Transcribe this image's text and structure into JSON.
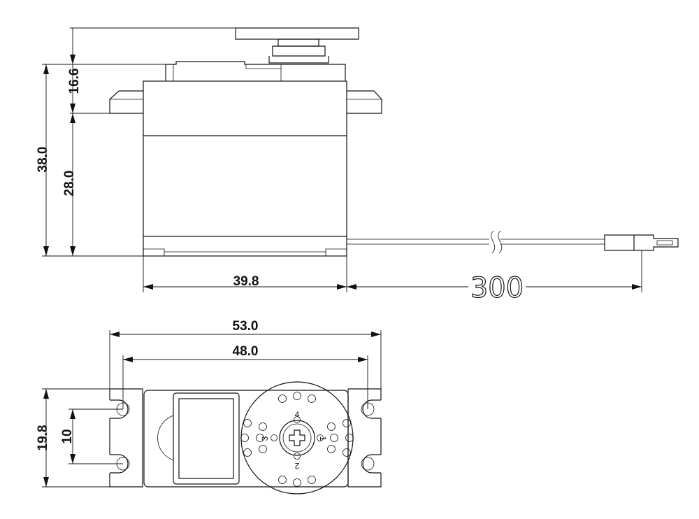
{
  "side_view": {
    "dimensions": {
      "total_height": "38.0",
      "top_height": "16.6",
      "body_height": "28.0",
      "body_width": "39.8",
      "cable_length": "300"
    }
  },
  "top_view": {
    "dimensions": {
      "overall_width": "53.0",
      "mount_hole_spacing": "48.0",
      "overall_depth": "19.8",
      "hole_vertical_spacing": "10"
    },
    "horn_hole_labels": [
      "1",
      "2",
      "3",
      "4"
    ]
  }
}
